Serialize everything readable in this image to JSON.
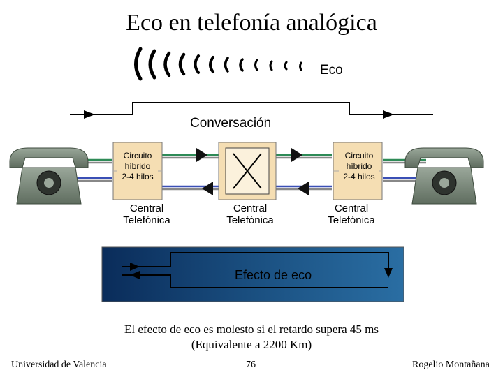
{
  "title": "Eco en telefonía analógica",
  "labels": {
    "eco": "Eco",
    "conversacion": "Conversación",
    "hybrid_left": [
      "Circuito",
      "híbrido",
      "2-4 hilos"
    ],
    "hybrid_right": [
      "Circuito",
      "híbrido",
      "2-4 hilos"
    ],
    "central": [
      "Central",
      "Telefónica"
    ],
    "efecto": "Efecto de eco"
  },
  "note": {
    "line1": "El efecto de eco es molesto si el retardo supera 45 ms",
    "line2": "(Equivalente a 2200 Km)"
  },
  "footer": {
    "left": "Universidad de Valencia",
    "page": "76",
    "right": "Rogelio Montañana"
  },
  "colors": {
    "box_fill": "#f5deb3",
    "wire_blue": "#3a4fb5",
    "wire_green": "#2e8b57",
    "panel_dark": "#0a2c5a",
    "panel_mid": "#1f5c8f",
    "phone": "#7a8a7a"
  },
  "icons": [
    "telephone-icon",
    "echo-wave-icon",
    "arrow-icon",
    "switch-cross-icon"
  ]
}
